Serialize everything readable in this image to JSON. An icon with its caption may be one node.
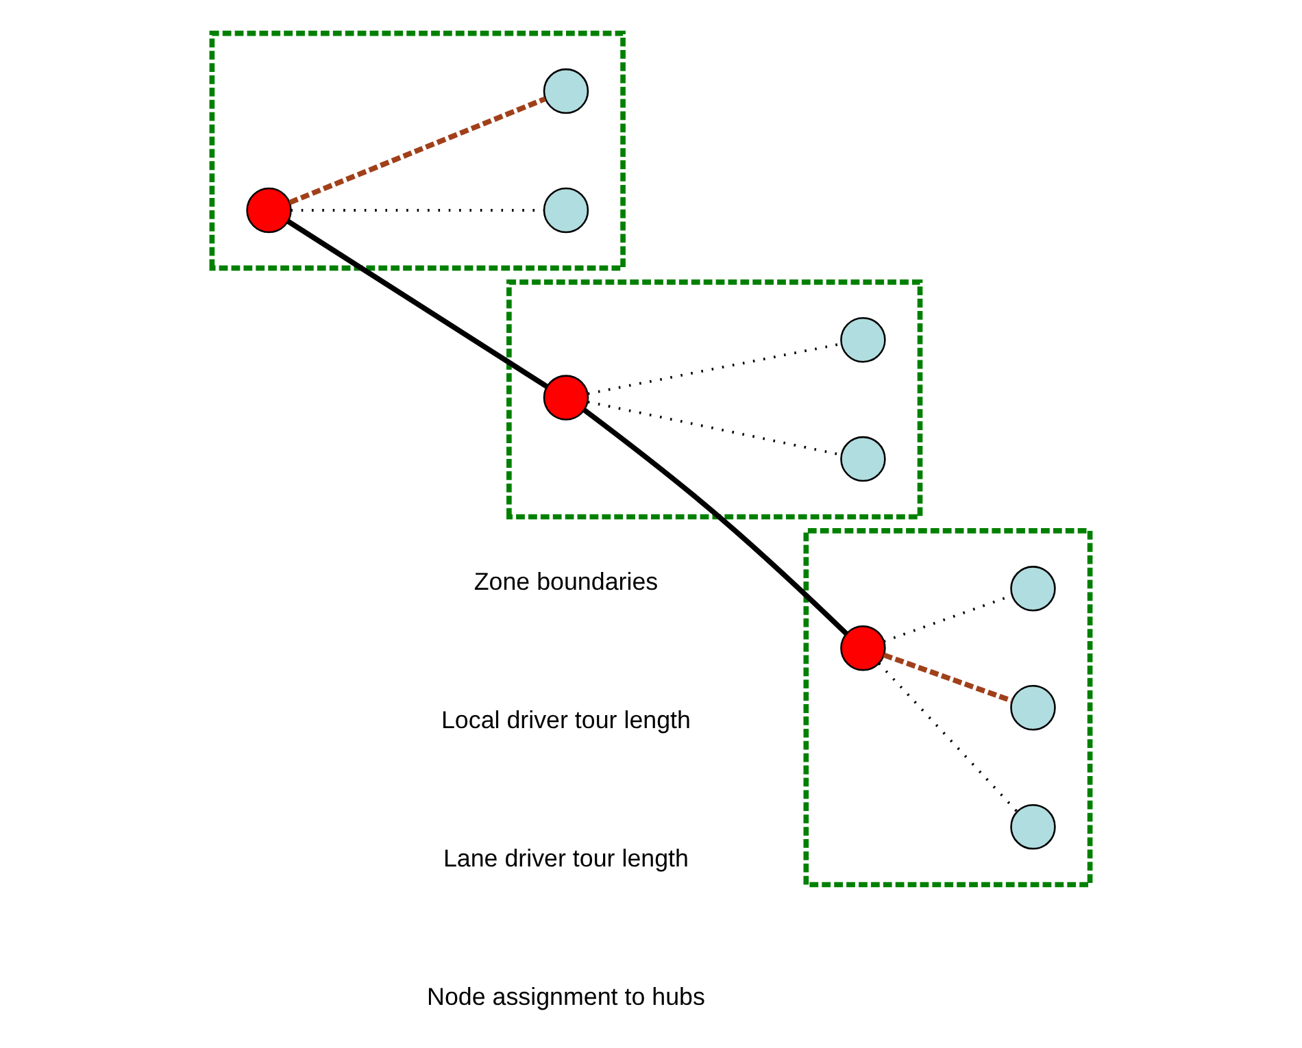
{
  "diagram": {
    "nodes": [
      {
        "text": [],
        "shape": "box"
      },
      {
        "text": [],
        "shape": "circle",
        "in": 0
      },
      {
        "text": [],
        "shape": "circle",
        "in": 0
      },
      {
        "text": [],
        "shape": "circle",
        "in": 0
      },
      {
        "text": [],
        "shape": "box"
      },
      {
        "text": [],
        "shape": "circle",
        "in": 4
      },
      {
        "text": [],
        "shape": "circle",
        "in": 4
      },
      {
        "text": [],
        "shape": "circle",
        "in": 4
      },
      {
        "text": [],
        "shape": "box"
      },
      {
        "text": [],
        "shape": "circle",
        "in": 8
      },
      {
        "text": [],
        "shape": "circle",
        "in": 8
      },
      {
        "text": [],
        "shape": "circle",
        "in": 8
      },
      {
        "text": [],
        "shape": "circle",
        "in": 8
      }
    ],
    "edges": [
      {
        "from": 3,
        "to": 1,
        "arrow": "none",
        "style": "dashed"
      },
      {
        "from": 3,
        "to": 2,
        "arrow": "none",
        "style": "dashed"
      },
      {
        "from": 6,
        "to": 3,
        "arrow": "none",
        "style": "thick"
      },
      {
        "from": 3,
        "to": 10,
        "arrow": "none",
        "style": "thick"
      },
      {
        "from": 6,
        "to": 5,
        "arrow": "none",
        "style": "dashed"
      },
      {
        "from": 6,
        "to": 7,
        "arrow": "none",
        "style": "dashed",
        "color": "#a0401a"
      },
      {
        "from": 10,
        "to": 9,
        "arrow": "none",
        "style": "dashed"
      },
      {
        "from": 10,
        "to": 11,
        "arrow": "none",
        "style": "dashed",
        "color": "#a0401a"
      },
      {
        "from": 10,
        "to": 12,
        "arrow": "none",
        "style": "dashed"
      }
    ],
    "legend": [
      {
        "text": "Zone boundaries"
      },
      {
        "text": "Local driver tour length"
      },
      {
        "text": "Lane driver tour length"
      },
      {
        "text": "Node assignment to hubs"
      }
    ]
  }
}
